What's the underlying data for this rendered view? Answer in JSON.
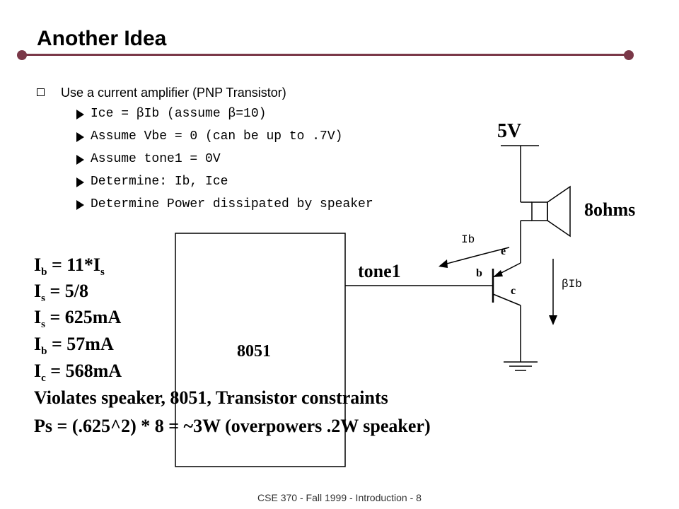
{
  "slide": {
    "title": "Another Idea",
    "bullet": "Use a current amplifier (PNP Transistor)",
    "subbullets": [
      "Ice = βIb (assume β=10)",
      "Assume Vbe = 0 (can be up to .7V)",
      "Assume tone1 = 0V",
      "Determine: Ib, Ice",
      "Determine Power dissipated by speaker"
    ]
  },
  "circuit": {
    "supply_label": "5V",
    "speaker_label": "8ohms",
    "ib_label": "Ib",
    "emitter_label": "e",
    "base_label": "b",
    "collector_label": "c",
    "beta_ib_label": "βIb",
    "tone_label": "tone1",
    "chip_label": "8051"
  },
  "calculations": {
    "line1_main": "I",
    "line1_sub": "b",
    "line1_rest": " = 11*I",
    "line1_sub2": "s",
    "line2_main": "I",
    "line2_sub": "s",
    "line2_rest": " = 5/8",
    "line3_main": "I",
    "line3_sub": "s",
    "line3_rest": " = 625mA",
    "line4_main": "I",
    "line4_sub": "b",
    "line4_rest": " = 57mA",
    "line5_main": "I",
    "line5_sub": "c",
    "line5_rest": " = 568mA",
    "line6": "Violates speaker, 8051, Transistor constraints",
    "line7": "Ps = (.625^2) * 8 = ~3W (overpowers .2W speaker)"
  },
  "footer": "CSE 370 - Fall 1999 - Introduction - 8",
  "colors": {
    "rule": "#7a3848"
  }
}
